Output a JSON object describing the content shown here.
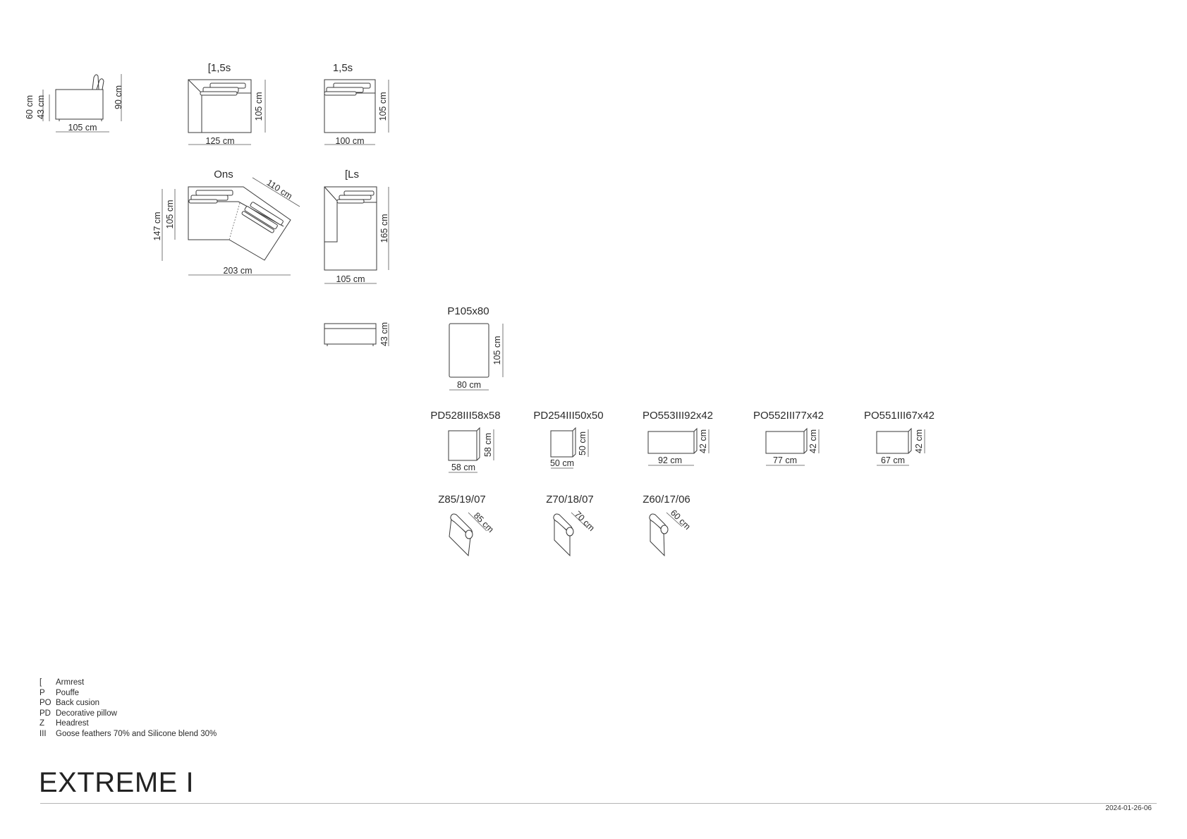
{
  "modules": {
    "side": {
      "h1": "60 cm",
      "h2": "43 cm",
      "h3": "90 cm",
      "depth": "105 cm"
    },
    "m_arm15": {
      "code": "[1,5s",
      "width": "125 cm",
      "depth": "105 cm"
    },
    "m_15": {
      "code": "1,5s",
      "width": "100 cm",
      "depth": "105 cm"
    },
    "m_ons": {
      "code": "Ons",
      "width": "203 cm",
      "depth1": "147 cm",
      "depth2": "105 cm",
      "diag": "110 cm"
    },
    "m_ls": {
      "code": "[Ls",
      "width": "105 cm",
      "depth": "165 cm"
    },
    "pouffe_side": {
      "height": "43 cm"
    },
    "pouffe": {
      "code": "P105x80",
      "width": "80 cm",
      "depth": "105 cm"
    }
  },
  "pillows": [
    {
      "code": "PD528III58x58",
      "width": "58 cm",
      "height": "58 cm"
    },
    {
      "code": "PD254III50x50",
      "width": "50 cm",
      "height": "50 cm"
    },
    {
      "code": "PO553III92x42",
      "width": "92 cm",
      "height": "42 cm"
    },
    {
      "code": "PO552III77x42",
      "width": "77 cm",
      "height": "42 cm"
    },
    {
      "code": "PO551III67x42",
      "width": "67 cm",
      "height": "42 cm"
    }
  ],
  "headrests": [
    {
      "code": "Z85/19/07",
      "length": "85 cm"
    },
    {
      "code": "Z70/18/07",
      "length": "70 cm"
    },
    {
      "code": "Z60/17/06",
      "length": "60 cm"
    }
  ],
  "legend": [
    {
      "code": "[",
      "text": "Armrest"
    },
    {
      "code": "P",
      "text": "Pouffe"
    },
    {
      "code": "PO",
      "text": "Back cusion"
    },
    {
      "code": "PD",
      "text": "Decorative pillow"
    },
    {
      "code": "Z",
      "text": "Headrest"
    },
    {
      "code": "III",
      "text": "Goose feathers 70% and Silicone blend 30%"
    }
  ],
  "title": "EXTREME I",
  "date": "2024-01-26-06"
}
